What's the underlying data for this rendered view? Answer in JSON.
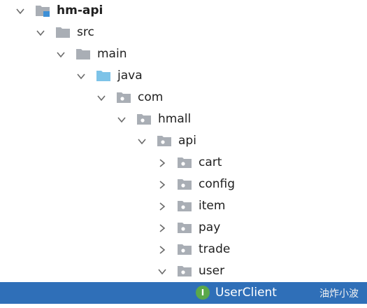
{
  "tree": {
    "nodes": [
      {
        "label": "hm-api",
        "depth": 0,
        "kind": "module",
        "expanded": true,
        "bold": true
      },
      {
        "label": "src",
        "depth": 1,
        "kind": "folder",
        "expanded": true
      },
      {
        "label": "main",
        "depth": 2,
        "kind": "folder",
        "expanded": true
      },
      {
        "label": "java",
        "depth": 3,
        "kind": "source-root",
        "expanded": true
      },
      {
        "label": "com",
        "depth": 4,
        "kind": "package",
        "expanded": true
      },
      {
        "label": "hmall",
        "depth": 5,
        "kind": "package",
        "expanded": true
      },
      {
        "label": "api",
        "depth": 6,
        "kind": "package",
        "expanded": true
      },
      {
        "label": "cart",
        "depth": 7,
        "kind": "package",
        "expanded": false
      },
      {
        "label": "config",
        "depth": 7,
        "kind": "package",
        "expanded": false
      },
      {
        "label": "item",
        "depth": 7,
        "kind": "package",
        "expanded": false
      },
      {
        "label": "pay",
        "depth": 7,
        "kind": "package",
        "expanded": false
      },
      {
        "label": "trade",
        "depth": 7,
        "kind": "package",
        "expanded": false
      },
      {
        "label": "user",
        "depth": 7,
        "kind": "package",
        "expanded": true
      },
      {
        "label": "UserClient",
        "depth": 8,
        "kind": "interface",
        "selected": true,
        "icon_letter": "I"
      }
    ]
  },
  "colors": {
    "folder": "#a9aeb5",
    "source_root": "#7dc3e8",
    "module_badge": "#3d8fd6",
    "interface_icon": "#5aa84a",
    "selection": "#2f6fb8"
  },
  "watermark": "油炸小波"
}
